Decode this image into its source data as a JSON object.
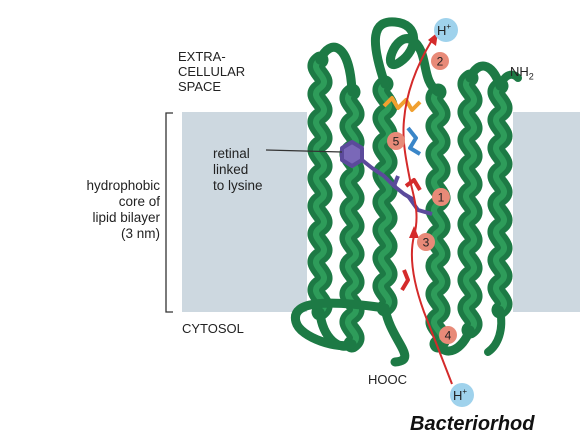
{
  "labels": {
    "extracellular": "EXTRA-\nCELLULAR\nSPACE",
    "retinal": "retinal\nlinked\nto lysine",
    "hydrophobic_core": "hydrophobic\ncore of\nlipid bilayer\n(3 nm)",
    "cytosol": "CYTOSOL",
    "c_terminus": "HOOC",
    "n_terminus_base": "NH",
    "n_terminus_sub": "2",
    "proton_top": "H",
    "proton_bottom": "H",
    "proton_charge": "+",
    "bottom_caption": "Bacteriorhod"
  },
  "steps": [
    "1",
    "2",
    "3",
    "4",
    "5"
  ],
  "colors": {
    "helix_dark": "#1d7a45",
    "helix_light": "#2e9c5a",
    "membrane": "#cdd8e0",
    "step_circle": "#e88a78",
    "proton_circle": "#9fd2ec",
    "arrow": "#d42a2a",
    "retinal": "#5b4a9b",
    "side_orange": "#f0a030",
    "side_blue": "#3a86c8"
  }
}
